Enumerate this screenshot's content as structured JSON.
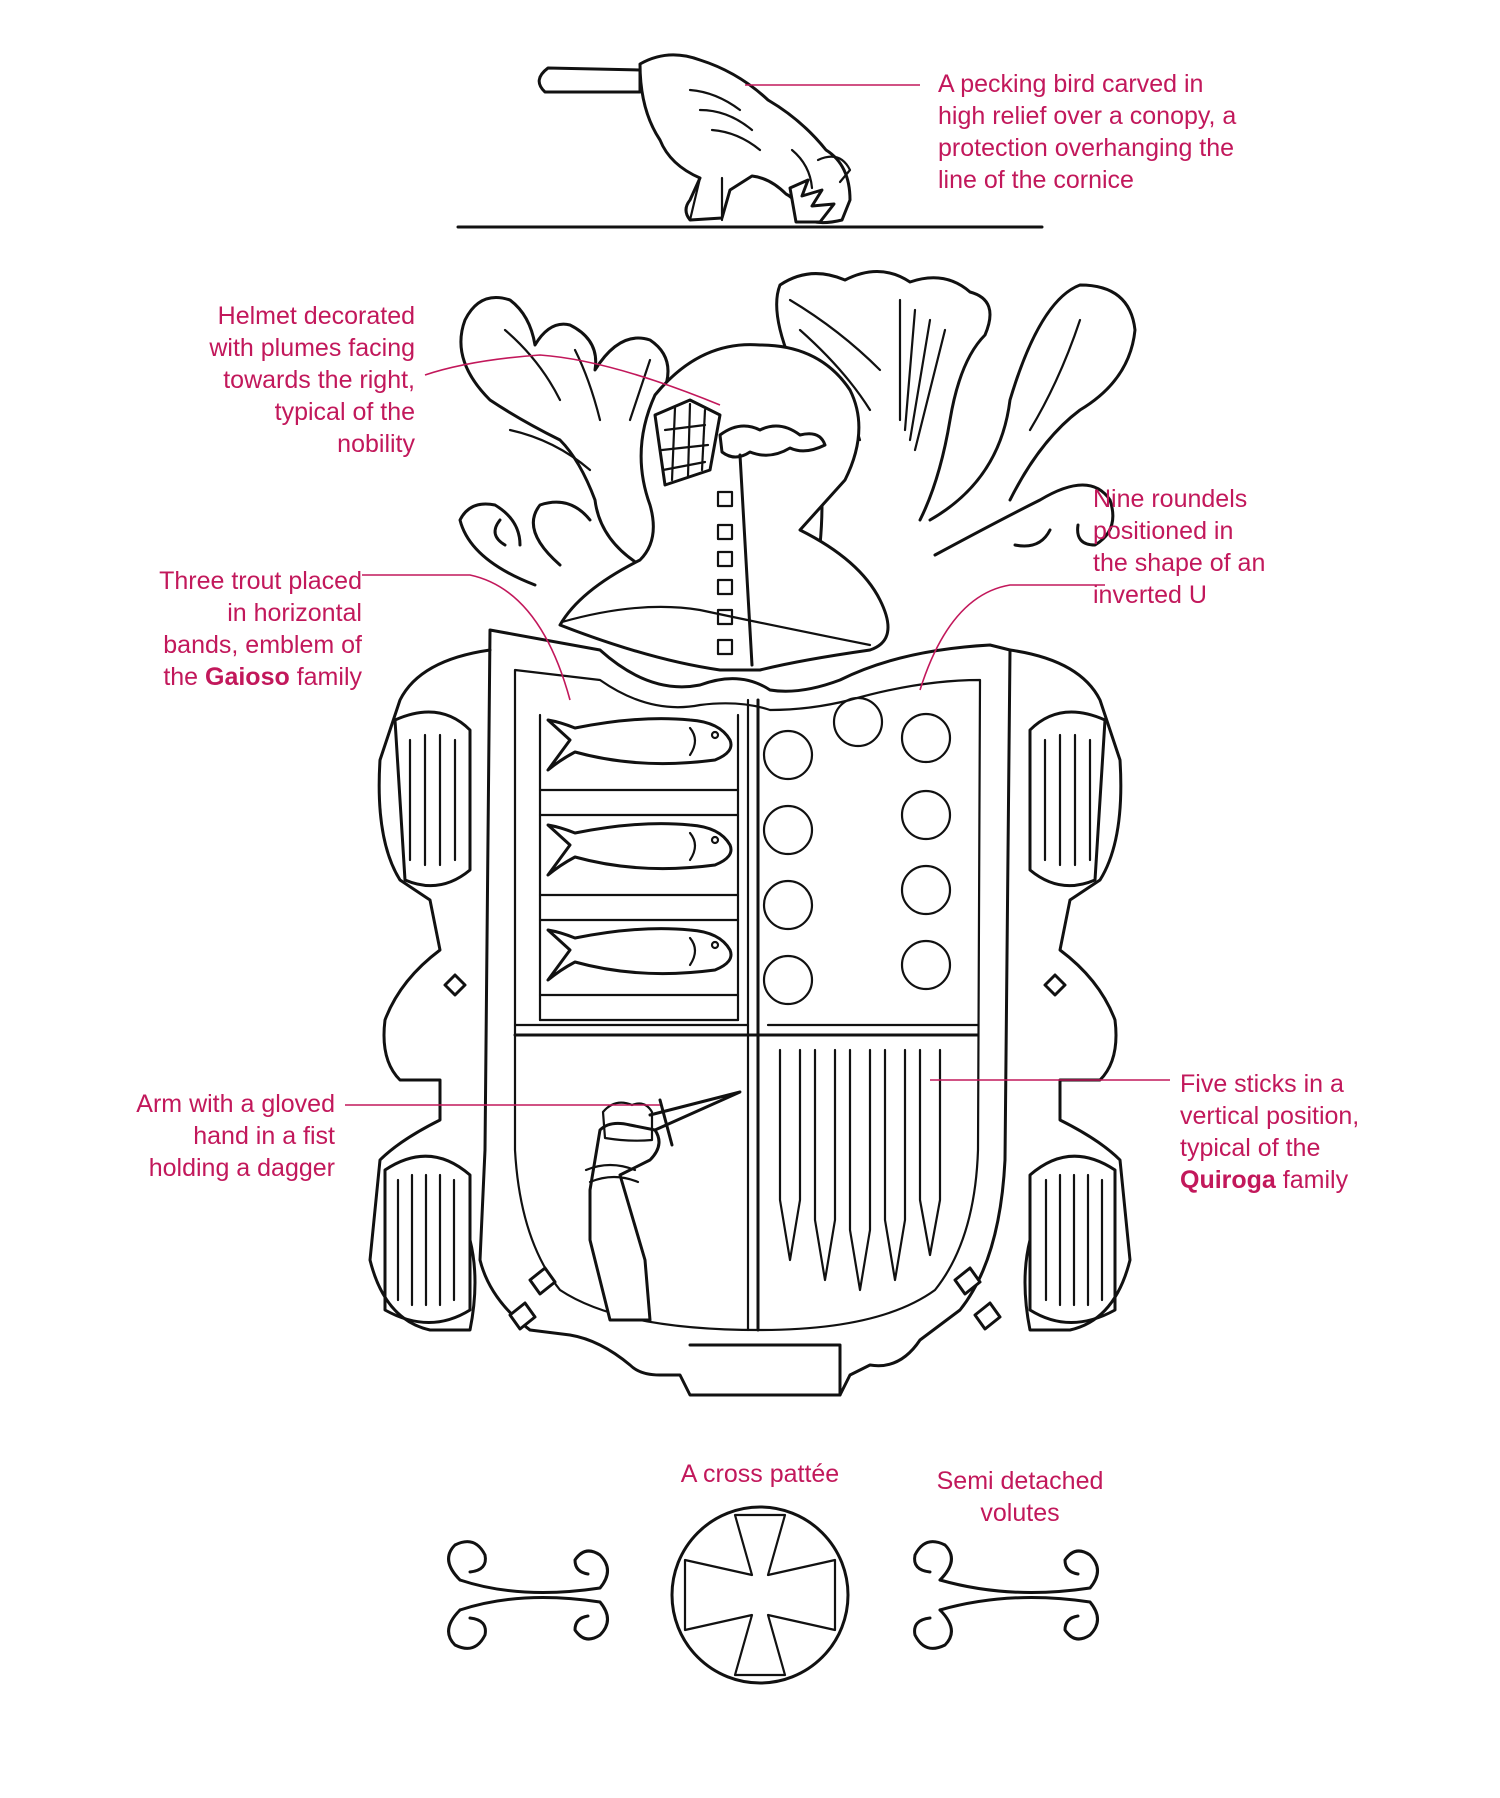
{
  "colors": {
    "ink": "#111111",
    "annotation": "#c2185b",
    "background": "#ffffff"
  },
  "annotations": {
    "bird": {
      "lines": [
        "A pecking bird carved in",
        "high relief over a conopy, a",
        "protection overhanging the",
        "line of the cornice"
      ]
    },
    "helmet": {
      "lines": [
        "Helmet decorated",
        "with plumes facing",
        "towards the right,",
        "typical of the",
        "nobility"
      ]
    },
    "roundels": {
      "lines": [
        "Nine roundels",
        "positioned in",
        "the shape of an",
        "inverted U"
      ]
    },
    "trout": {
      "lines": [
        "Three trout placed",
        "in horizontal",
        "bands, emblem of"
      ],
      "last_prefix": "the ",
      "family": "Gaioso",
      "last_suffix": " family"
    },
    "arm": {
      "lines": [
        "Arm with a gloved",
        "hand in a fist",
        "holding a dagger"
      ]
    },
    "sticks": {
      "lines": [
        "Five sticks in a",
        "vertical position,",
        "typical of the"
      ],
      "family": "Quiroga",
      "last_suffix": " family"
    },
    "cross": {
      "text": "A cross pattée"
    },
    "volutes": {
      "lines": [
        "Semi detached",
        "volutes"
      ]
    }
  }
}
